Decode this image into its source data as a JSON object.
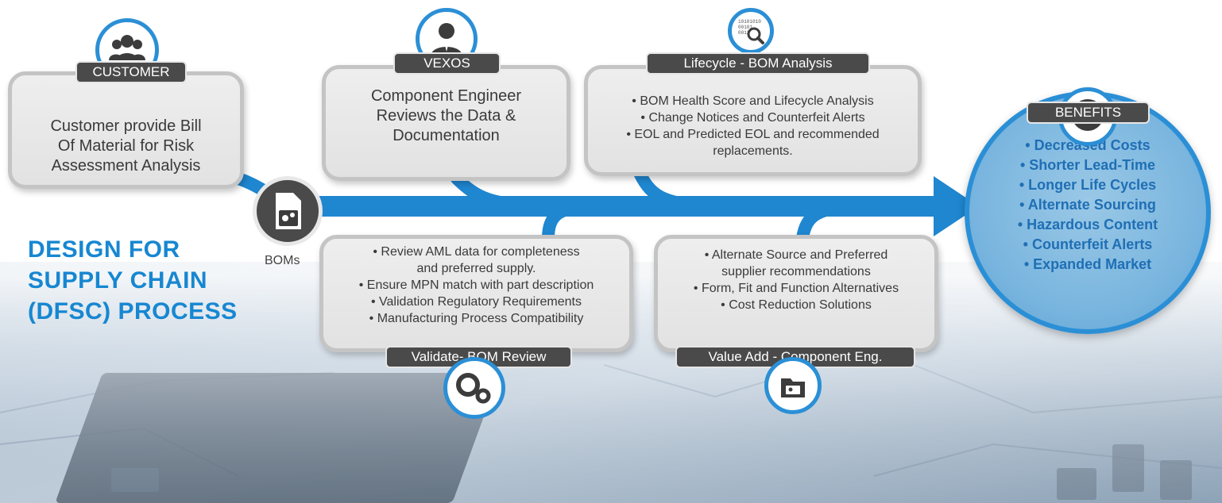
{
  "title": {
    "lines": [
      "DESIGN FOR",
      "SUPPLY CHAIN",
      "(DFSC) PROCESS"
    ]
  },
  "boms": {
    "label": "BOMs"
  },
  "colors": {
    "accent": "#2b8fd6",
    "tag_bg": "#4a4a4a",
    "title": "#1787d1",
    "benefit_text": "#1f6fb5"
  },
  "steps": {
    "customer": {
      "tag": "CUSTOMER",
      "icon": "users-icon",
      "lines": [
        "Customer provide Bill",
        "Of Material for Risk",
        "Assessment Analysis"
      ]
    },
    "vexos": {
      "tag": "VEXOS",
      "icon": "engineer-icon",
      "lines": [
        "Component Engineer",
        "Reviews the Data &",
        "Documentation"
      ]
    },
    "lifecycle": {
      "tag": "Lifecycle - BOM Analysis",
      "icon": "data-search-icon",
      "lines": [
        "• BOM Health Score and Lifecycle Analysis",
        "• Change Notices and Counterfeit Alerts",
        "• EOL and Predicted EOL and recommended",
        "replacements."
      ]
    },
    "validate": {
      "tag": "Validate- BOM Review",
      "icon": "gears-icon",
      "lines": [
        "• Review AML data for completeness",
        "and preferred supply.",
        "• Ensure MPN match with part description",
        "• Validation Regulatory Requirements",
        "• Manufacturing Process Compatibility"
      ]
    },
    "value_add": {
      "tag": "Value Add - Component Eng.",
      "icon": "id-folder-icon",
      "lines": [
        "• Alternate Source and Preferred",
        "supplier recommendations",
        "• Form, Fit and Function Alternatives",
        "• Cost Reduction Solutions"
      ]
    }
  },
  "benefits": {
    "tag": "BENEFITS",
    "icon": "checkmark-icon",
    "items": [
      "• Decreased Costs",
      "• Shorter Lead-Time",
      "• Longer Life Cycles",
      "• Alternate Sourcing",
      "• Hazardous Content",
      "• Counterfeit Alerts",
      "• Expanded Market"
    ]
  }
}
